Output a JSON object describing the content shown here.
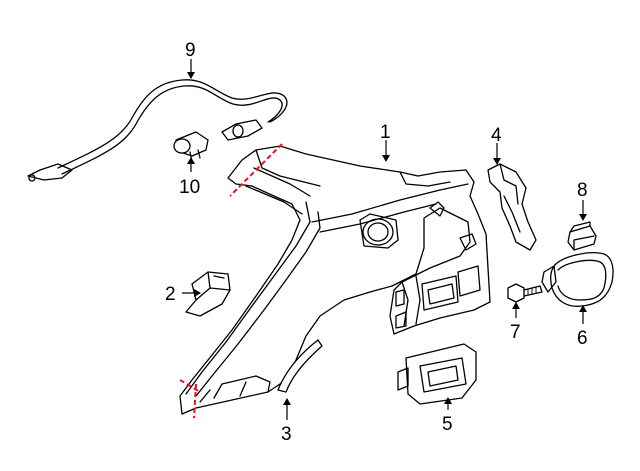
{
  "diagram": {
    "callouts": [
      {
        "id": "1",
        "label": "1"
      },
      {
        "id": "2",
        "label": "2"
      },
      {
        "id": "3",
        "label": "3"
      },
      {
        "id": "4",
        "label": "4"
      },
      {
        "id": "5",
        "label": "5"
      },
      {
        "id": "6",
        "label": "6"
      },
      {
        "id": "7",
        "label": "7"
      },
      {
        "id": "8",
        "label": "8"
      },
      {
        "id": "9",
        "label": "9"
      },
      {
        "id": "10",
        "label": "10"
      }
    ],
    "colors": {
      "line": "#000000",
      "cut_line": "#e0141e",
      "background": "#ffffff"
    }
  }
}
